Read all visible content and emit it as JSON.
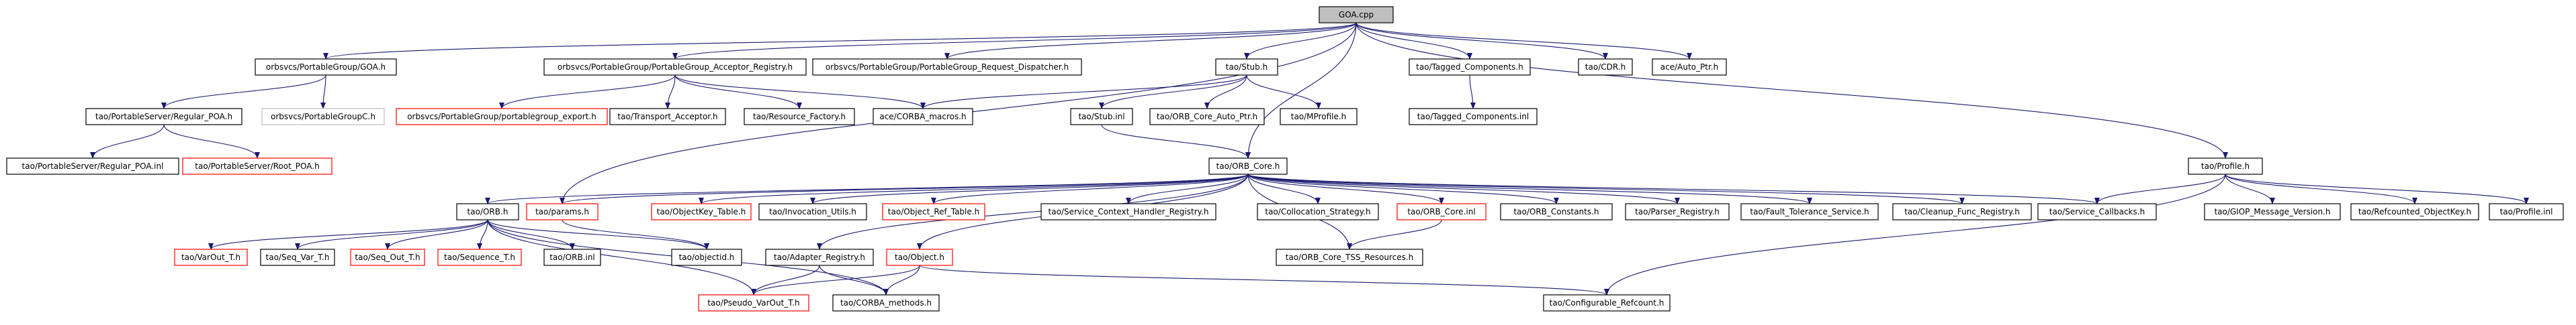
{
  "diagram": {
    "nodes": [
      {
        "id": "goa_cpp",
        "label": "GOA.cpp",
        "style": "root"
      },
      {
        "id": "goa_h",
        "label": "orbsvcs/PortableGroup/GOA.h",
        "style": "normal"
      },
      {
        "id": "acc_reg",
        "label": "orbsvcs/PortableGroup/PortableGroup_Acceptor_Registry.h",
        "style": "normal"
      },
      {
        "id": "req_disp",
        "label": "orbsvcs/PortableGroup/PortableGroup_Request_Dispatcher.h",
        "style": "normal"
      },
      {
        "id": "stub_h",
        "label": "tao/Stub.h",
        "style": "normal"
      },
      {
        "id": "tagged_h",
        "label": "tao/Tagged_Components.h",
        "style": "normal"
      },
      {
        "id": "cdr_h",
        "label": "tao/CDR.h",
        "style": "normal"
      },
      {
        "id": "autoptr_h",
        "label": "ace/Auto_Ptr.h",
        "style": "normal"
      },
      {
        "id": "regular_poa_h",
        "label": "tao/PortableServer/Regular_POA.h",
        "style": "normal"
      },
      {
        "id": "pg_c_h",
        "label": "orbsvcs/PortableGroupC.h",
        "style": "missing"
      },
      {
        "id": "pg_export_h",
        "label": "orbsvcs/PortableGroup/portablegroup_export.h",
        "style": "red"
      },
      {
        "id": "transport_acc_h",
        "label": "tao/Transport_Acceptor.h",
        "style": "normal"
      },
      {
        "id": "res_factory_h",
        "label": "tao/Resource_Factory.h",
        "style": "normal"
      },
      {
        "id": "corba_macros_h",
        "label": "ace/CORBA_macros.h",
        "style": "normal"
      },
      {
        "id": "stub_inl",
        "label": "tao/Stub.inl",
        "style": "normal"
      },
      {
        "id": "orbcore_autoptr_h",
        "label": "tao/ORB_Core_Auto_Ptr.h",
        "style": "normal"
      },
      {
        "id": "mprofile_h",
        "label": "tao/MProfile.h",
        "style": "normal"
      },
      {
        "id": "tagged_inl",
        "label": "tao/Tagged_Components.inl",
        "style": "normal"
      },
      {
        "id": "regular_poa_inl",
        "label": "tao/PortableServer/Regular_POA.inl",
        "style": "normal"
      },
      {
        "id": "root_poa_h",
        "label": "tao/PortableServer/Root_POA.h",
        "style": "red"
      },
      {
        "id": "orb_core_h",
        "label": "tao/ORB_Core.h",
        "style": "normal"
      },
      {
        "id": "profile_h",
        "label": "tao/Profile.h",
        "style": "normal"
      },
      {
        "id": "orb_h",
        "label": "tao/ORB.h",
        "style": "normal"
      },
      {
        "id": "params_h",
        "label": "tao/params.h",
        "style": "red"
      },
      {
        "id": "objkey_table_h",
        "label": "tao/ObjectKey_Table.h",
        "style": "red"
      },
      {
        "id": "invocation_utils_h",
        "label": "tao/Invocation_Utils.h",
        "style": "normal"
      },
      {
        "id": "obj_ref_table_h",
        "label": "tao/Object_Ref_Table.h",
        "style": "red"
      },
      {
        "id": "svc_ctx_reg_h",
        "label": "tao/Service_Context_Handler_Registry.h",
        "style": "normal"
      },
      {
        "id": "collocation_h",
        "label": "tao/Collocation_Strategy.h",
        "style": "normal"
      },
      {
        "id": "orb_core_inl",
        "label": "tao/ORB_Core.inl",
        "style": "red"
      },
      {
        "id": "orb_constants_h",
        "label": "tao/ORB_Constants.h",
        "style": "normal"
      },
      {
        "id": "parser_reg_h",
        "label": "tao/Parser_Registry.h",
        "style": "normal"
      },
      {
        "id": "fault_tol_h",
        "label": "tao/Fault_Tolerance_Service.h",
        "style": "normal"
      },
      {
        "id": "cleanup_reg_h",
        "label": "tao/Cleanup_Func_Registry.h",
        "style": "normal"
      },
      {
        "id": "svc_callbacks_h",
        "label": "tao/Service_Callbacks.h",
        "style": "normal"
      },
      {
        "id": "giop_ver_h",
        "label": "tao/GIOP_Message_Version.h",
        "style": "normal"
      },
      {
        "id": "refcount_objkey_h",
        "label": "tao/Refcounted_ObjectKey.h",
        "style": "normal"
      },
      {
        "id": "profile_inl",
        "label": "tao/Profile.inl",
        "style": "normal"
      },
      {
        "id": "varout_h",
        "label": "tao/VarOut_T.h",
        "style": "red"
      },
      {
        "id": "seq_var_h",
        "label": "tao/Seq_Var_T.h",
        "style": "normal"
      },
      {
        "id": "seq_out_h",
        "label": "tao/Seq_Out_T.h",
        "style": "red"
      },
      {
        "id": "sequence_h",
        "label": "tao/Sequence_T.h",
        "style": "red"
      },
      {
        "id": "orb_inl",
        "label": "tao/ORB.inl",
        "style": "normal"
      },
      {
        "id": "objectid_h",
        "label": "tao/objectid.h",
        "style": "normal"
      },
      {
        "id": "adapter_reg_h",
        "label": "tao/Adapter_Registry.h",
        "style": "normal"
      },
      {
        "id": "object_h",
        "label": "tao/Object.h",
        "style": "red"
      },
      {
        "id": "orbcore_tss_h",
        "label": "tao/ORB_Core_TSS_Resources.h",
        "style": "normal"
      },
      {
        "id": "pseudo_varout_h",
        "label": "tao/Pseudo_VarOut_T.h",
        "style": "red"
      },
      {
        "id": "corba_methods_h",
        "label": "tao/CORBA_methods.h",
        "style": "normal"
      },
      {
        "id": "conf_refcount_h",
        "label": "tao/Configurable_Refcount.h",
        "style": "normal"
      }
    ],
    "edges": [
      [
        "goa_cpp",
        "goa_h"
      ],
      [
        "goa_cpp",
        "acc_reg"
      ],
      [
        "goa_cpp",
        "req_disp"
      ],
      [
        "goa_cpp",
        "stub_h"
      ],
      [
        "goa_cpp",
        "tagged_h"
      ],
      [
        "goa_cpp",
        "cdr_h"
      ],
      [
        "goa_cpp",
        "autoptr_h"
      ],
      [
        "goa_cpp",
        "orb_core_h"
      ],
      [
        "goa_cpp",
        "profile_h"
      ],
      [
        "goa_cpp",
        "params_h"
      ],
      [
        "goa_h",
        "regular_poa_h"
      ],
      [
        "goa_h",
        "pg_c_h"
      ],
      [
        "regular_poa_h",
        "regular_poa_inl"
      ],
      [
        "regular_poa_h",
        "root_poa_h"
      ],
      [
        "acc_reg",
        "pg_export_h"
      ],
      [
        "acc_reg",
        "transport_acc_h"
      ],
      [
        "acc_reg",
        "res_factory_h"
      ],
      [
        "acc_reg",
        "corba_macros_h"
      ],
      [
        "stub_h",
        "stub_inl"
      ],
      [
        "stub_h",
        "orbcore_autoptr_h"
      ],
      [
        "stub_h",
        "mprofile_h"
      ],
      [
        "stub_h",
        "corba_macros_h"
      ],
      [
        "stub_inl",
        "orb_core_h"
      ],
      [
        "tagged_h",
        "tagged_inl"
      ],
      [
        "orb_core_h",
        "orb_h"
      ],
      [
        "orb_core_h",
        "params_h"
      ],
      [
        "orb_core_h",
        "objkey_table_h"
      ],
      [
        "orb_core_h",
        "invocation_utils_h"
      ],
      [
        "orb_core_h",
        "obj_ref_table_h"
      ],
      [
        "orb_core_h",
        "svc_ctx_reg_h"
      ],
      [
        "orb_core_h",
        "collocation_h"
      ],
      [
        "orb_core_h",
        "orb_core_inl"
      ],
      [
        "orb_core_h",
        "orb_constants_h"
      ],
      [
        "orb_core_h",
        "parser_reg_h"
      ],
      [
        "orb_core_h",
        "fault_tol_h"
      ],
      [
        "orb_core_h",
        "cleanup_reg_h"
      ],
      [
        "orb_core_h",
        "svc_callbacks_h"
      ],
      [
        "orb_core_h",
        "object_h"
      ],
      [
        "orb_core_h",
        "adapter_reg_h"
      ],
      [
        "orb_core_h",
        "orbcore_tss_h"
      ],
      [
        "orb_core_inl",
        "orbcore_tss_h"
      ],
      [
        "profile_h",
        "svc_callbacks_h"
      ],
      [
        "profile_h",
        "giop_ver_h"
      ],
      [
        "profile_h",
        "refcount_objkey_h"
      ],
      [
        "profile_h",
        "profile_inl"
      ],
      [
        "profile_h",
        "conf_refcount_h"
      ],
      [
        "orb_h",
        "varout_h"
      ],
      [
        "orb_h",
        "seq_var_h"
      ],
      [
        "orb_h",
        "seq_out_h"
      ],
      [
        "orb_h",
        "sequence_h"
      ],
      [
        "orb_h",
        "orb_inl"
      ],
      [
        "orb_h",
        "objectid_h"
      ],
      [
        "orb_h",
        "pseudo_varout_h"
      ],
      [
        "orb_h",
        "corba_methods_h"
      ],
      [
        "params_h",
        "objectid_h"
      ],
      [
        "adapter_reg_h",
        "pseudo_varout_h"
      ],
      [
        "adapter_reg_h",
        "corba_methods_h"
      ],
      [
        "object_h",
        "pseudo_varout_h"
      ],
      [
        "object_h",
        "corba_methods_h"
      ],
      [
        "object_h",
        "conf_refcount_h"
      ]
    ],
    "colors": {
      "edge": "#191970",
      "normal_border": "#000000",
      "red_border": "#ff0000",
      "missing_border": "#bfbfbf",
      "root_fill": "#bfbfbf",
      "text": "#000000"
    }
  }
}
